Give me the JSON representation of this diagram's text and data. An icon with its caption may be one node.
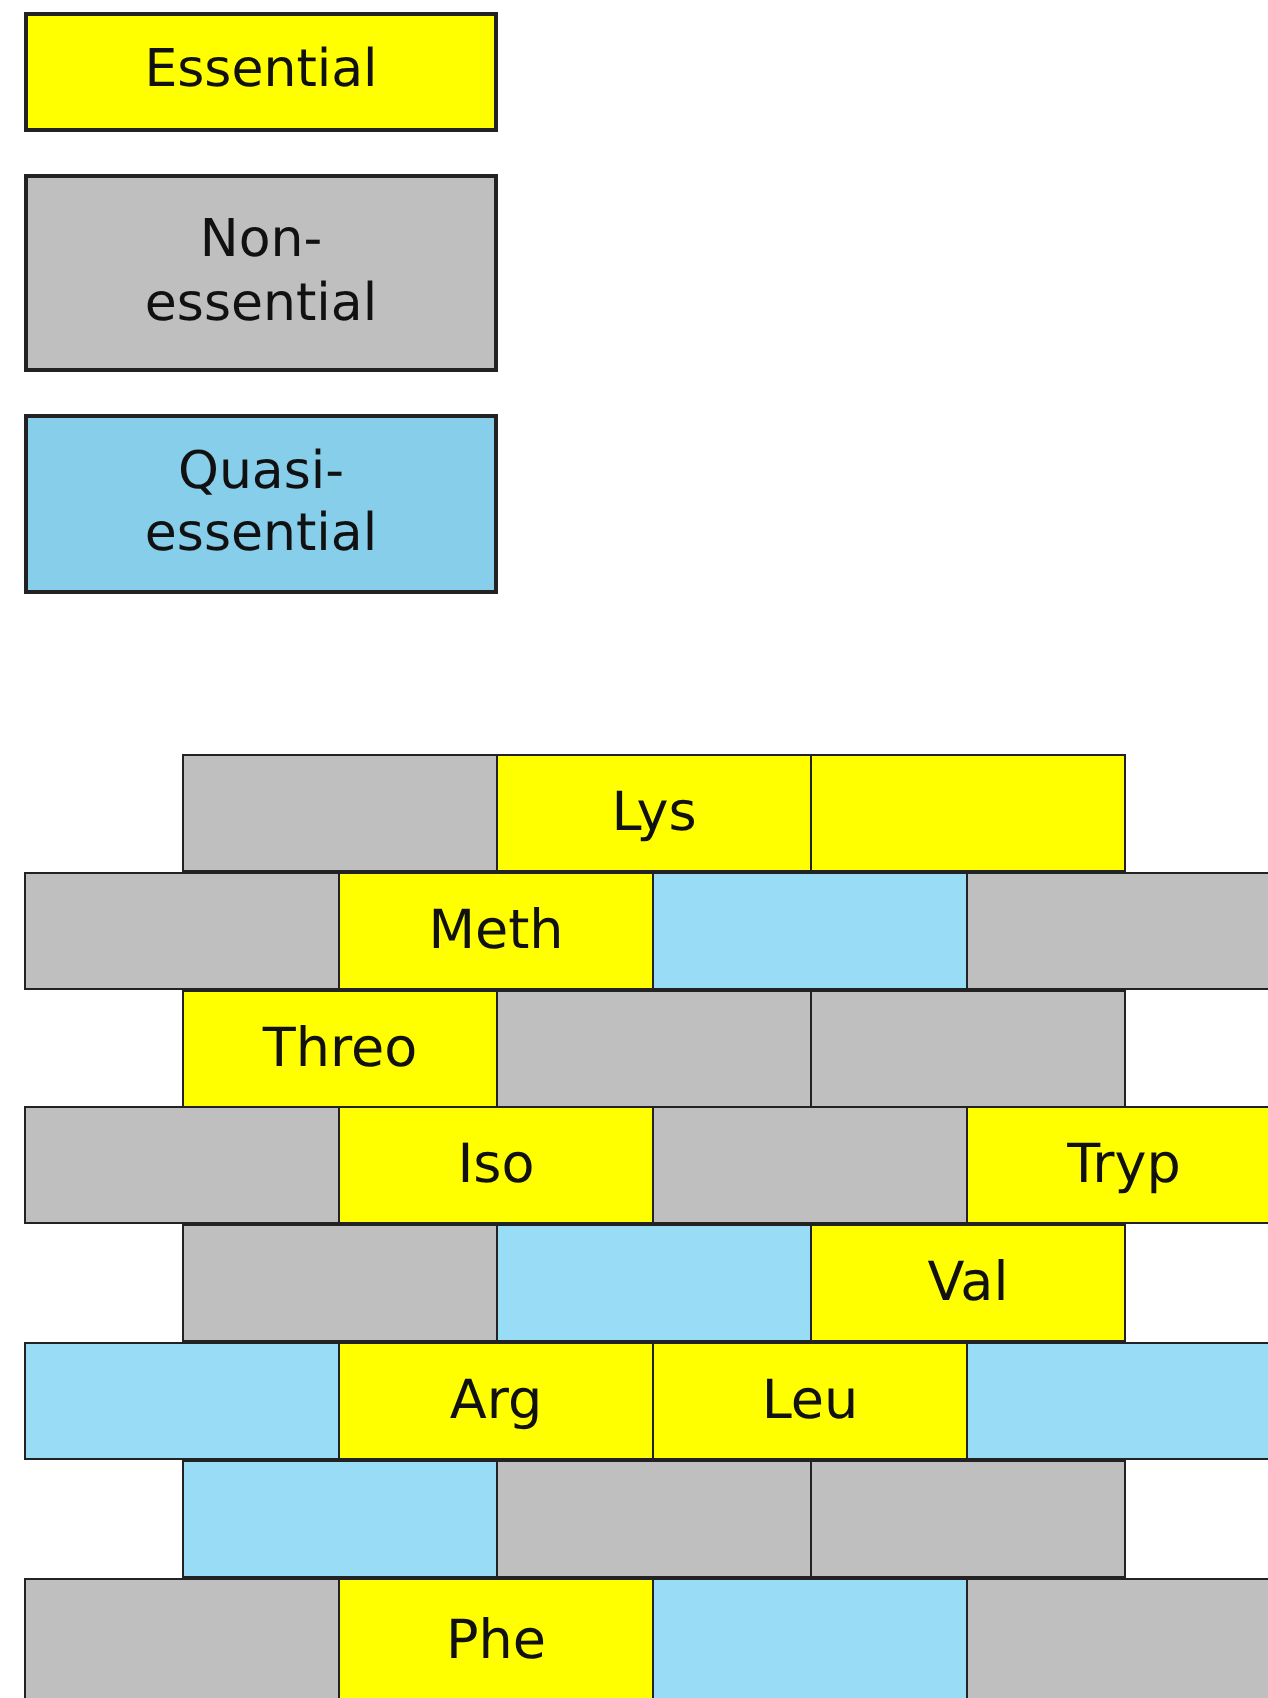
{
  "diagram": {
    "nodes": [
      {
        "text": [],
        "shape": "box"
      },
      {
        "text": [
          "Lys"
        ]
      },
      {
        "text": [],
        "shape": "box"
      },
      {
        "text": [],
        "shape": "box"
      },
      {
        "text": [
          "Meth"
        ]
      },
      {
        "text": [],
        "shape": "box"
      },
      {
        "text": [],
        "shape": "box"
      },
      {
        "text": [
          "Threo"
        ]
      },
      {
        "text": [],
        "shape": "box"
      },
      {
        "text": [],
        "shape": "box"
      },
      {
        "text": [],
        "shape": "box"
      },
      {
        "text": [
          "Iso"
        ]
      },
      {
        "text": [],
        "shape": "box"
      },
      {
        "text": [
          "Tryp"
        ]
      },
      {
        "text": [],
        "shape": "box"
      },
      {
        "text": [],
        "shape": "box"
      },
      {
        "text": [
          "Val"
        ]
      },
      {
        "text": [],
        "shape": "box"
      },
      {
        "text": [
          "Arg"
        ]
      },
      {
        "text": [
          "Leu"
        ]
      },
      {
        "text": [],
        "shape": "box"
      },
      {
        "text": [],
        "shape": "box"
      },
      {
        "text": [],
        "shape": "box"
      },
      {
        "text": [],
        "shape": "box"
      },
      {
        "text": [],
        "shape": "box"
      },
      {
        "text": [
          "Phe"
        ]
      },
      {
        "text": [],
        "shape": "box"
      },
      {
        "text": [],
        "shape": "box"
      }
    ],
    "legend": [
      {
        "text": "Essential",
        "color": "#ffff00"
      },
      {
        "text": "Non- essential",
        "color": "#bfbfbf"
      },
      {
        "text": "Quasi- essential",
        "color": "#87ceeb"
      }
    ]
  }
}
